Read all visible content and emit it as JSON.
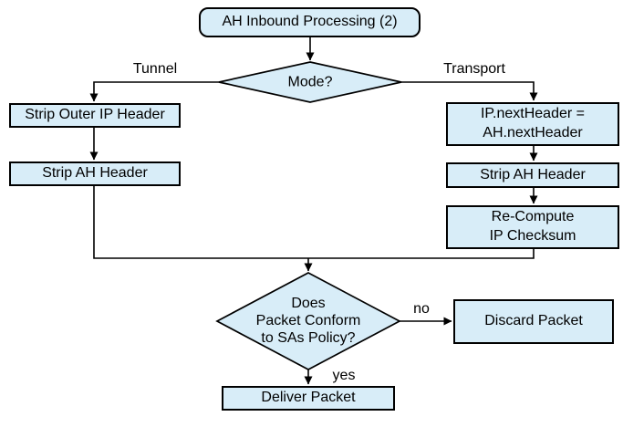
{
  "colors": {
    "node-fill": "#d8edf8",
    "node-border": "#000000",
    "connector": "#000000",
    "text": "#000000",
    "background": "#ffffff"
  },
  "flowchart": {
    "start": "AH Inbound Processing (2)",
    "mode_decision": "Mode?",
    "tunnel_branch_label": "Tunnel",
    "transport_branch_label": "Transport",
    "tunnel_step_1": "Strip Outer IP Header",
    "tunnel_step_2": "Strip AH Header",
    "transport_step_1": "IP.nextHeader =\nAH.nextHeader",
    "transport_step_2": "Strip AH Header",
    "transport_step_3": "Re-Compute\nIP Checksum",
    "policy_decision": "Does\nPacket Conform\nto SAs Policy?",
    "no_label": "no",
    "yes_label": "yes",
    "discard": "Discard Packet",
    "deliver": "Deliver Packet"
  }
}
